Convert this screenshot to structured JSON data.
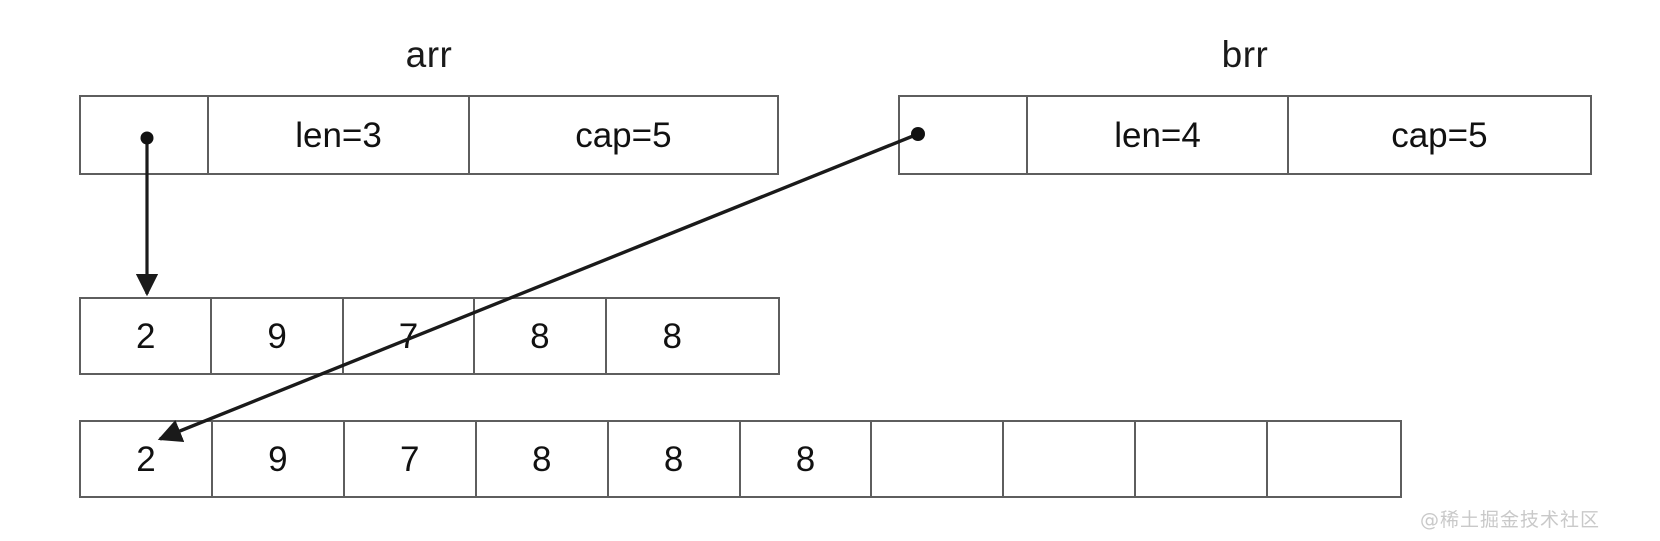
{
  "diagram": {
    "title_arr": "arr",
    "title_brr": "brr",
    "arr_struct": {
      "pointer_cell": "",
      "len_label": "len=3",
      "cap_label": "cap=5"
    },
    "brr_struct": {
      "pointer_cell": "",
      "len_label": "len=4",
      "cap_label": "cap=5"
    },
    "arr_backing_array": {
      "cells": [
        "2",
        "9",
        "7",
        "8",
        "8"
      ]
    },
    "brr_backing_array": {
      "cells": [
        "2",
        "9",
        "7",
        "8",
        "8",
        "8",
        "",
        "",
        "",
        ""
      ]
    },
    "pointers": {
      "arr_pointer_description": "arr points down to the 5-element backing array",
      "brr_pointer_description": "brr points down-left to the 10-element backing array"
    },
    "watermark": "@稀土掘金技术社区",
    "colors": {
      "border": "#5e5e5e",
      "text": "#111111",
      "arrow": "#1a1a1a",
      "background": "#ffffff",
      "watermark": "#c9c9c9"
    }
  }
}
